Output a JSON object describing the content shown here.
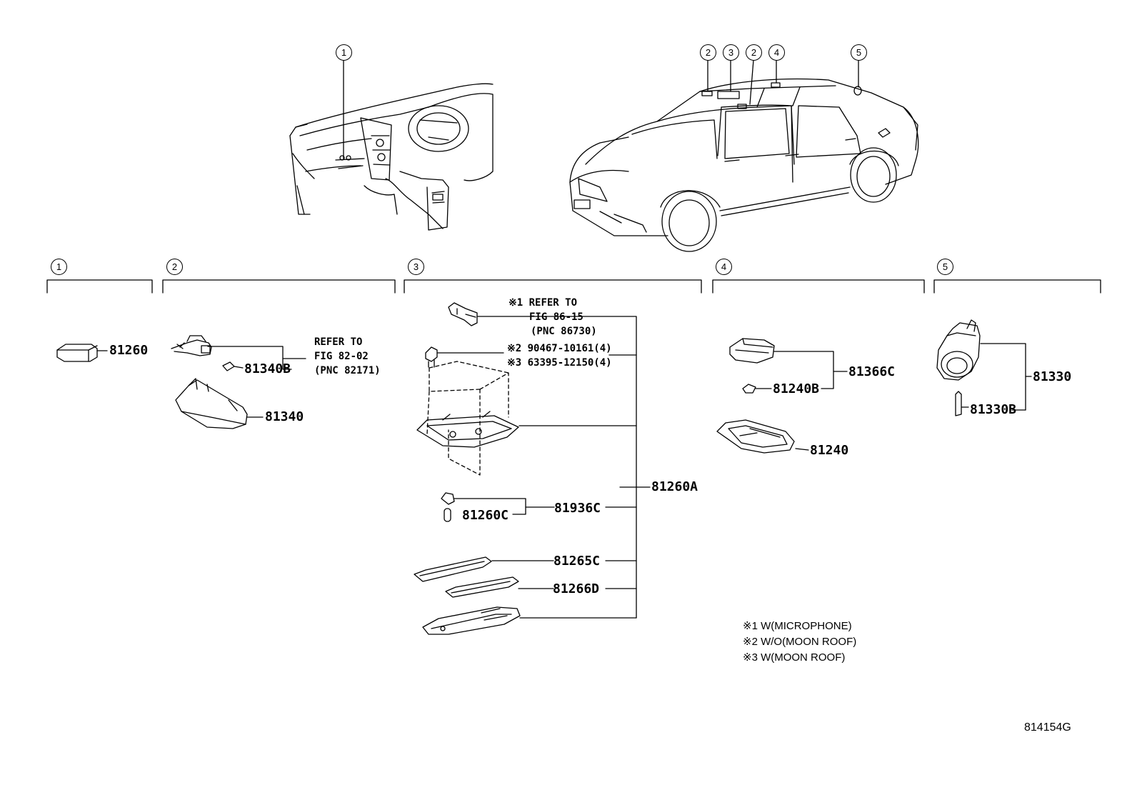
{
  "diagram_code": "814154G",
  "overview_callouts": {
    "dash": "1",
    "car_2a": "2",
    "car_3": "3",
    "car_2b": "2",
    "car_4": "4",
    "car_5": "5"
  },
  "sections": [
    {
      "no": "1",
      "parts": {
        "p1": "81260"
      }
    },
    {
      "no": "2",
      "parts": {
        "p1": "81340B",
        "p2": "81340"
      },
      "refer": {
        "l1": "REFER TO",
        "l2": "FIG 82-02",
        "l3": "(PNC 82171)"
      }
    },
    {
      "no": "3",
      "parts": {
        "p1": "81260A",
        "p2": "81936C",
        "p3": "81260C",
        "p4": "81265C",
        "p5": "81266D"
      },
      "refer": {
        "l1": "※1 REFER TO",
        "l2": "FIG 86-15",
        "l3": "(PNC 86730)"
      },
      "screws": {
        "s1": "※2 90467-10161(4)",
        "s2": "※3 63395-12150(4)"
      }
    },
    {
      "no": "4",
      "parts": {
        "p1": "81366C",
        "p2": "81240B",
        "p3": "81240"
      }
    },
    {
      "no": "5",
      "parts": {
        "p1": "81330",
        "p2": "81330B"
      }
    }
  ],
  "notes": {
    "n1": "※1 W(MICROPHONE)",
    "n2": "※2 W/O(MOON ROOF)",
    "n3": "※3 W(MOON ROOF)"
  }
}
